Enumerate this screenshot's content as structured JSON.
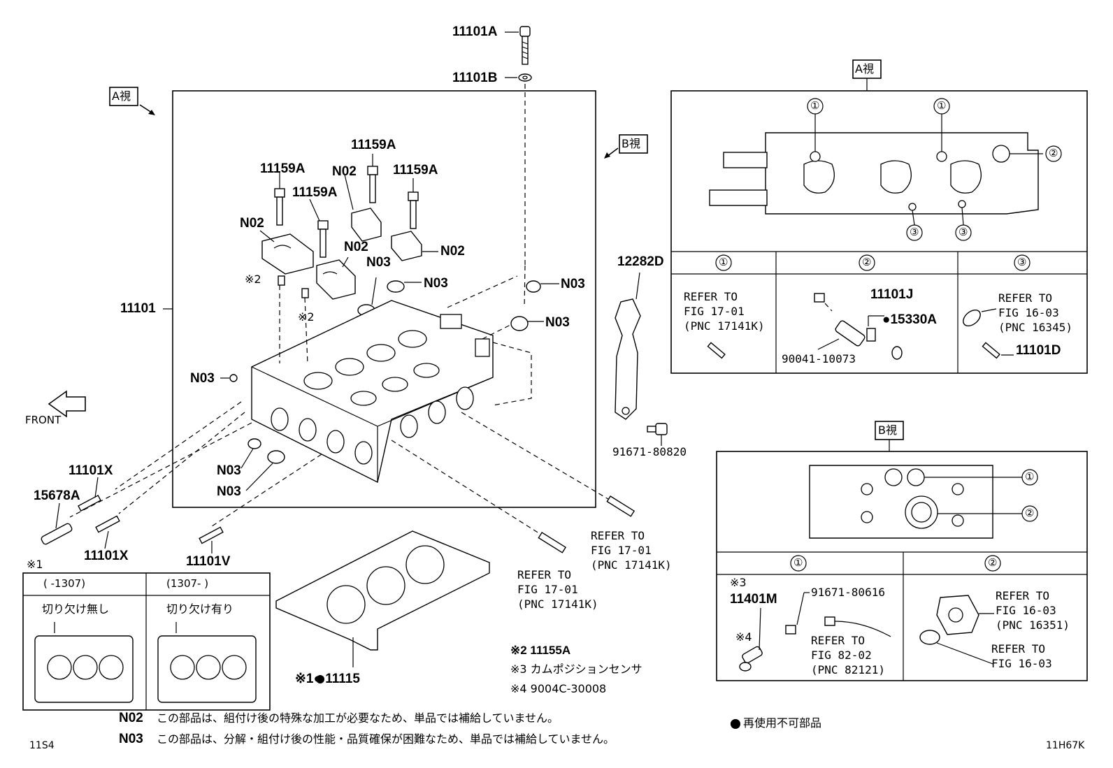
{
  "labels": {
    "p11101a": "11101A",
    "p11101b": "11101B",
    "p11101": "11101",
    "p11159a_1": "11159A",
    "p11159a_2": "11159A",
    "p11159a_3": "11159A",
    "p11159a_4": "11159A",
    "n02_1": "N02",
    "n02_2": "N02",
    "n02_3": "N02",
    "n02_4": "N02",
    "n03_1": "N03",
    "n03_2": "N03",
    "n03_3": "N03",
    "n03_4": "N03",
    "n03_5": "N03",
    "n03_6": "N03",
    "n03_7": "N03",
    "star2_a": "※2",
    "star2_b": "※2",
    "p12282d": "12282D",
    "p91671_80820": "91671-80820",
    "p11101x_1": "11101X",
    "p11101x_2": "11101X",
    "p15678a": "15678A",
    "p11101v": "11101V",
    "front": "FRONT",
    "view_a_main": "A視",
    "view_b_main": "B視",
    "star1": "※1",
    "p11115": "※1● 11115",
    "note_star2": "※2 11155A",
    "note_star3": "※3 カムポジションセンサ",
    "note_star4": "※4  9004C-30008"
  },
  "refers": {
    "r1": [
      "REFER TO",
      "FIG 17-01",
      "(PNC 17141K)"
    ],
    "r2": [
      "REFER TO",
      "FIG 17-01",
      "(PNC 17141K)"
    ]
  },
  "gasket_panel": {
    "header_left": "(      -1307)",
    "header_right": "(1307-      )",
    "left": "切り欠け無し",
    "right": "切り欠け有り"
  },
  "view_a": {
    "title": "A視",
    "c1": "①",
    "c2": "②",
    "c3": "③",
    "col1": {
      "head": "①",
      "lines": [
        "REFER TO",
        "FIG 17-01",
        "(PNC 17141K)"
      ]
    },
    "col2": {
      "head": "②",
      "p11101j": "11101J",
      "p15330a": "●15330A",
      "p90041": "90041-10073"
    },
    "col3": {
      "head": "③",
      "lines": [
        "REFER TO",
        "FIG 16-03",
        "(PNC 16345)"
      ],
      "p11101d": "11101D"
    }
  },
  "view_b": {
    "title": "B視",
    "c1": "①",
    "c2": "②",
    "col1": {
      "head": "①",
      "star3": "※3",
      "p11401m": "11401M",
      "p91671_80616": "91671-80616",
      "star4": "※4",
      "lines": [
        "REFER TO",
        "FIG 82-02",
        "(PNC 82121)"
      ]
    },
    "col2": {
      "head": "②",
      "lines_a": [
        "REFER TO",
        "FIG 16-03",
        "(PNC 16351)"
      ],
      "lines_b": [
        "REFER TO",
        "FIG 16-03"
      ]
    }
  },
  "legend": {
    "n02_code": "N02",
    "n02_text": "この部品は、組付け後の特殊な加工が必要なため、単品では補給していません。",
    "n03_code": "N03",
    "n03_text": "この部品は、分解・組付け後の性能・品質確保が困難なため、単品では補給していません。",
    "dot_text": "● 再使用不可部品"
  },
  "footer": {
    "left_code": "11S4",
    "right_code": "11H67K"
  }
}
